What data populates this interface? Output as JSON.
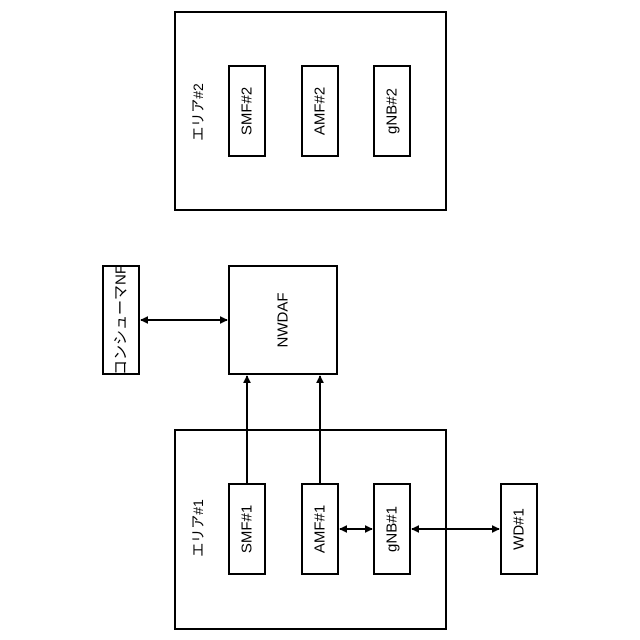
{
  "area2": {
    "label": "エリア#2",
    "nodes": [
      "SMF#2",
      "AMF#2",
      "gNB#2"
    ]
  },
  "area1": {
    "label": "エリア#1",
    "nodes": [
      "SMF#1",
      "AMF#1",
      "gNB#1"
    ]
  },
  "nwdaf": {
    "label": "NWDAF"
  },
  "consumer": {
    "label": "コンシューマNF"
  },
  "wd": {
    "label": "WD#1"
  }
}
